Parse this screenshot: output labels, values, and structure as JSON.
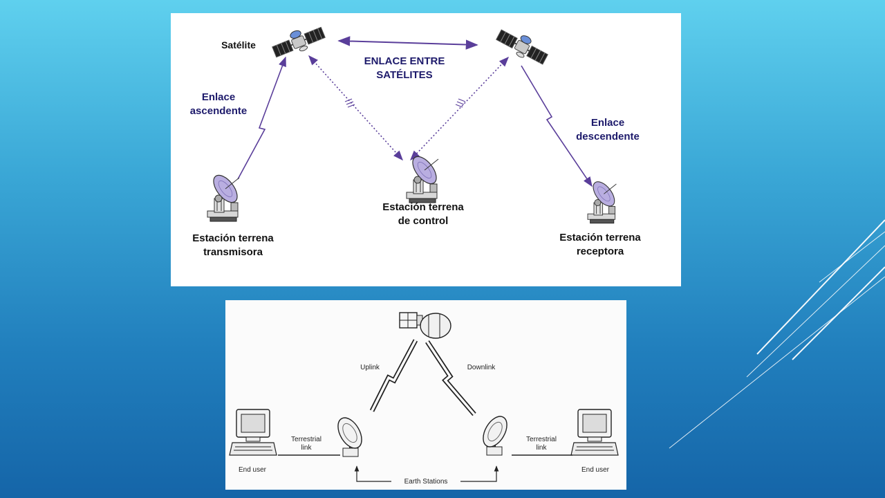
{
  "top_diagram": {
    "satellite_label": "Satélite",
    "inter_satellite_link": [
      "ENLACE ENTRE",
      "SATÉLITES"
    ],
    "uplink_label": [
      "Enlace",
      "ascendente"
    ],
    "downlink_label": [
      "Enlace",
      "descendente"
    ],
    "transmitter_station": [
      "Estación terrena",
      "transmisora"
    ],
    "control_station": [
      "Estación terrena",
      "de control"
    ],
    "receiver_station": [
      "Estación terrena",
      "receptora"
    ]
  },
  "bottom_diagram": {
    "uplink": "Uplink",
    "downlink": "Downlink",
    "terrestrial_link": [
      "Terrestrial",
      "link"
    ],
    "end_user": "End user",
    "earth_stations": "Earth Stations"
  },
  "colors": {
    "background_top": "#5fd0ee",
    "background_bottom": "#1565a8",
    "link_arrow": "#5a3e9a",
    "label_text": "#1d1a6b"
  }
}
